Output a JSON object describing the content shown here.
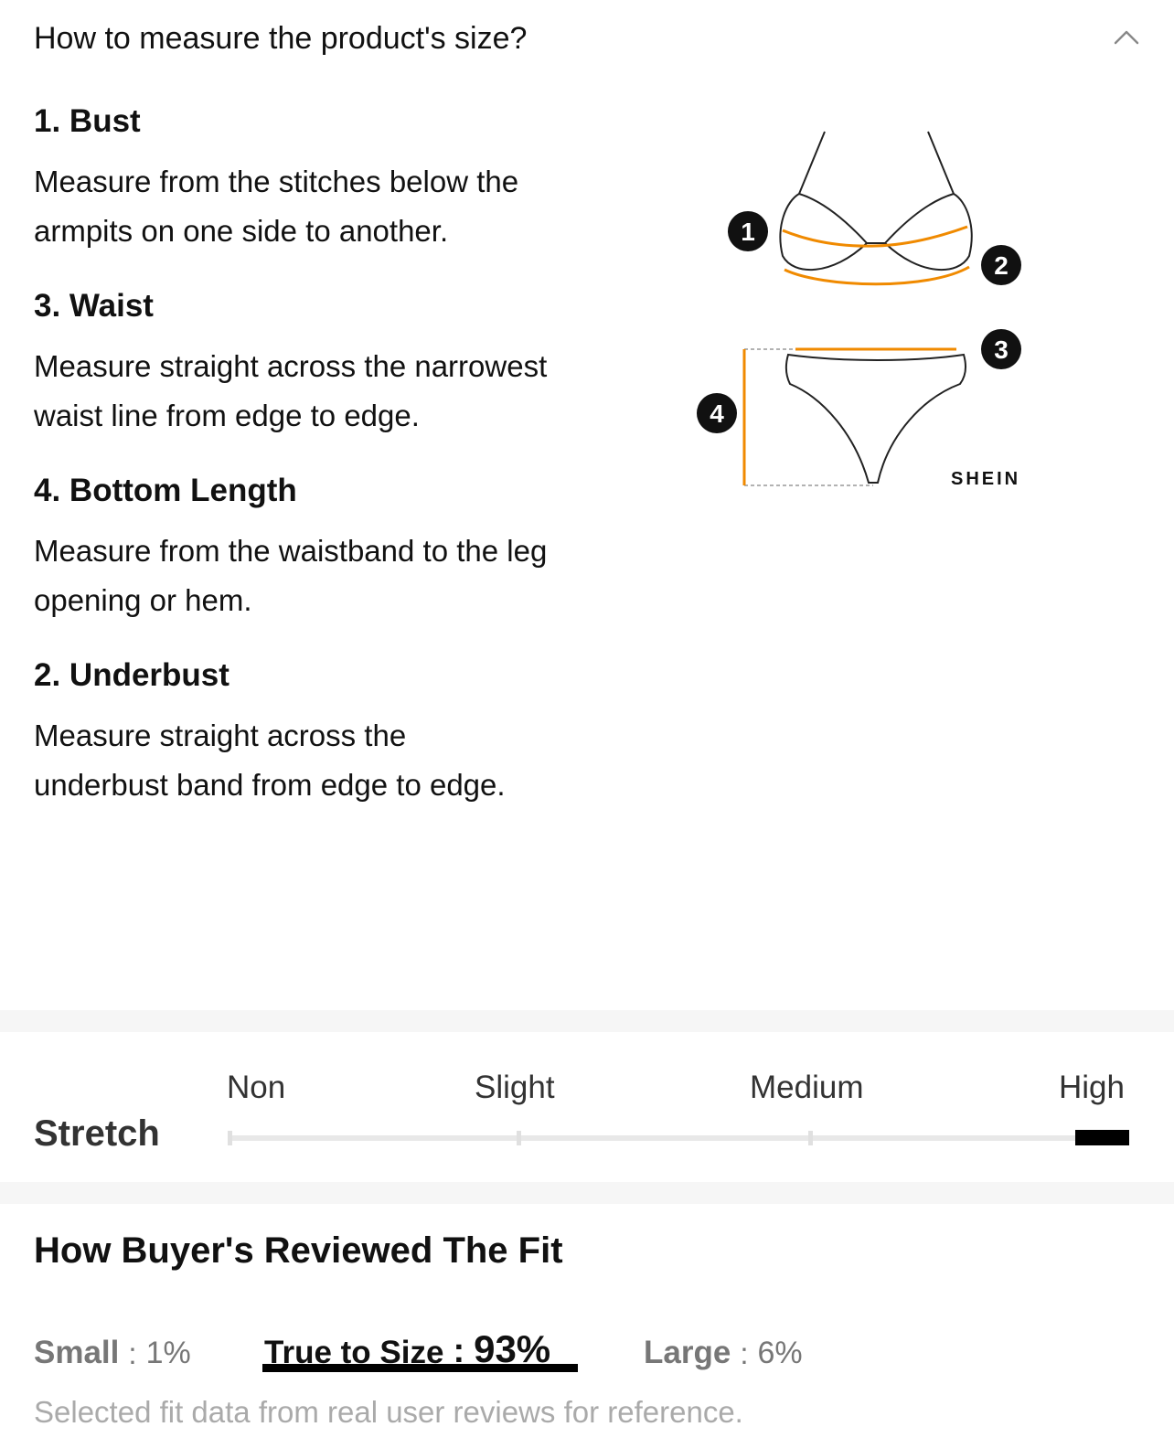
{
  "header": {
    "title": "How to measure the product's size?"
  },
  "measurements": [
    {
      "title": "1. Bust",
      "desc": "Measure from the stitches below the armpits on one side to another."
    },
    {
      "title": "3. Waist",
      "desc": "Measure straight across the narrowest waist line from edge to edge."
    },
    {
      "title": "4. Bottom Length",
      "desc": "Measure from the waistband to the leg opening or hem."
    },
    {
      "title": "2. Underbust",
      "desc": "Measure straight across the underbust band from edge to edge."
    }
  ],
  "diagram": {
    "markers": [
      "1",
      "2",
      "3",
      "4"
    ],
    "brand": "SHEIN",
    "accent_color": "#f08a00"
  },
  "stretch": {
    "label": "Stretch",
    "levels": [
      "Non",
      "Slight",
      "Medium",
      "High"
    ],
    "selected": "High"
  },
  "fit": {
    "title": "How Buyer's Reviewed The Fit",
    "options": [
      {
        "name": "Small",
        "sep": ":",
        "value": "1%"
      },
      {
        "name": "True to Size",
        "sep": ":",
        "value": "93%"
      },
      {
        "name": "Large",
        "sep": ":",
        "value": "6%"
      }
    ],
    "active": "True to Size",
    "note": "Selected fit data from real user reviews for reference."
  }
}
